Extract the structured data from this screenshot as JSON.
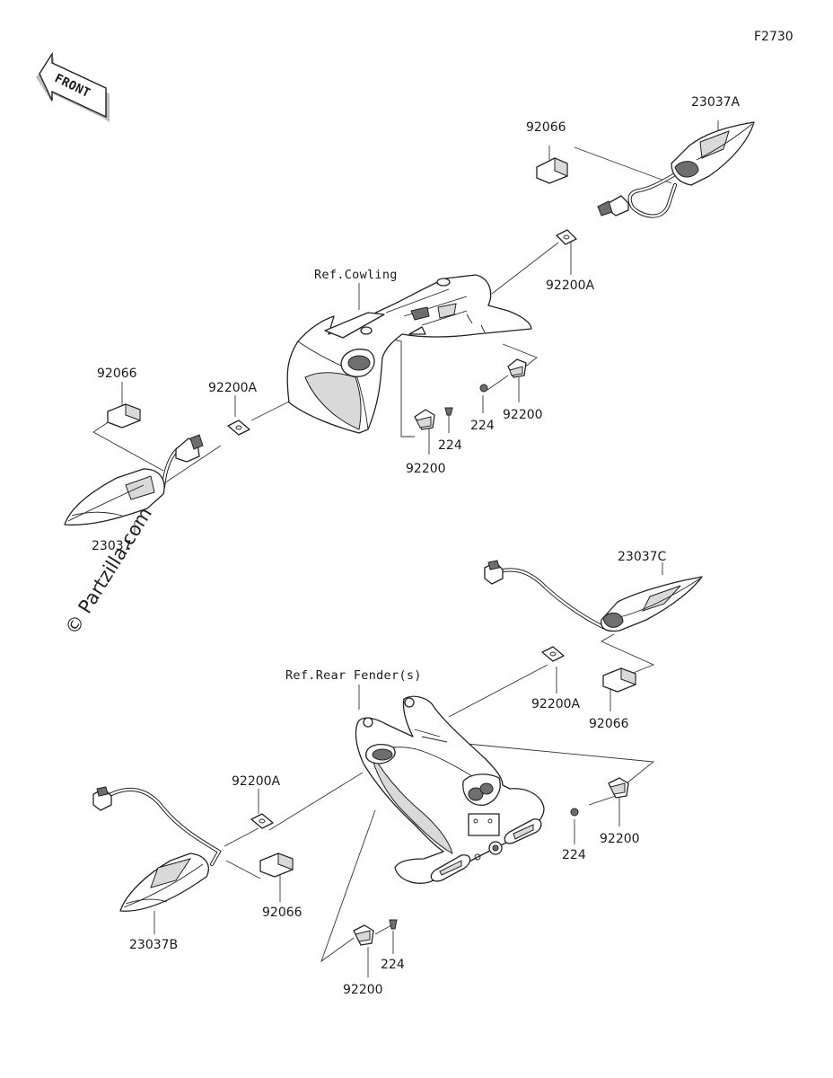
{
  "figure_code": "F2730",
  "front_arrow_label": "FRONT",
  "watermark": "© Partzilla.com",
  "references": {
    "cowling": "Ref.Cowling",
    "rear_fender": "Ref.Rear Fender(s)"
  },
  "callouts": {
    "p23037A": "23037A",
    "p92066_top_right": "92066",
    "p92200A_top_right": "92200A",
    "p92066_left": "92066",
    "p92200A_left": "92200A",
    "p23037": "23037",
    "p224_mid_right": "224",
    "p92200_mid_right": "92200",
    "p224_mid_left": "224",
    "p92200_mid_left": "92200",
    "p23037C": "23037C",
    "p92200A_bottom_right": "92200A",
    "p92066_bottom_right": "92066",
    "p92200A_bottom_left": "92200A",
    "p92066_bottom_left": "92066",
    "p23037B": "23037B",
    "p224_bottom_right": "224",
    "p92200_bottom_right": "92200",
    "p224_bottom_left": "224",
    "p92200_bottom_left": "92200"
  }
}
